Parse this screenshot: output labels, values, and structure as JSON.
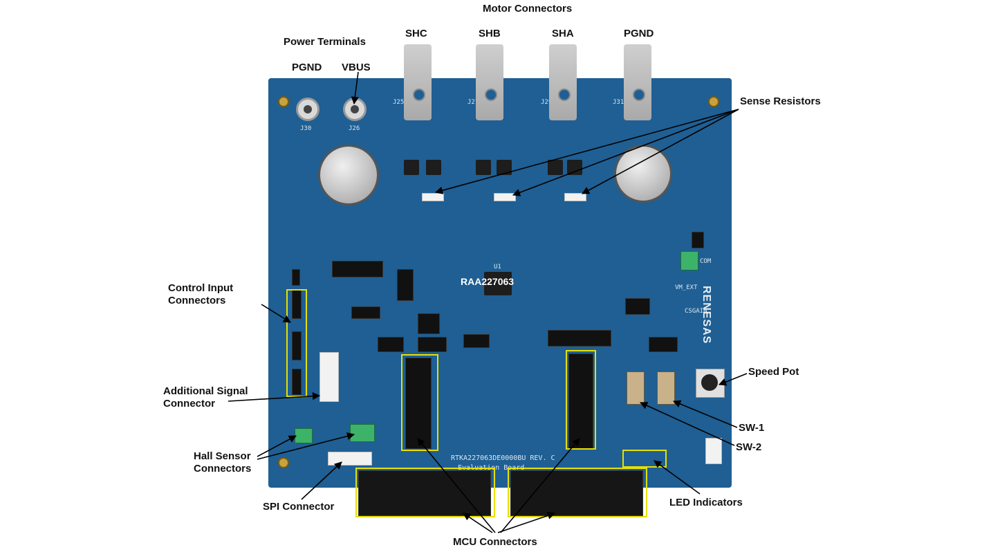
{
  "labels": {
    "motor_connectors": "Motor Connectors",
    "shc": "SHC",
    "shb": "SHB",
    "sha": "SHA",
    "pgnd_motor": "PGND",
    "power_terminals": "Power Terminals",
    "pgnd_power": "PGND",
    "vbus": "VBUS",
    "sense_resistors": "Sense Resistors",
    "control_input_connectors": "Control Input Connectors",
    "additional_signal_connector": "Additional Signal Connector",
    "hall_sensor_connectors": "Hall Sensor Connectors",
    "spi_connector": "SPI Connector",
    "mcu_connectors": "MCU Connectors",
    "led_indicators": "LED Indicators",
    "speed_pot": "Speed Pot",
    "sw1": "SW-1",
    "sw2": "SW-2"
  },
  "board": {
    "chip_name": "RAA227063",
    "brand": "RENESAS",
    "silk_rev": "RTKA227063DE0000BU REV. C",
    "silk_eval": "Evaluation Board",
    "silk_u1": "U1",
    "silk_j25": "J25",
    "silk_j27": "J27",
    "silk_j29": "J29",
    "silk_j31": "J31",
    "silk_j30": "J30",
    "silk_j26": "J26",
    "silk_vm_ext": "VM_EXT",
    "silk_csgain": "CSGAIN",
    "silk_com": "COM"
  }
}
